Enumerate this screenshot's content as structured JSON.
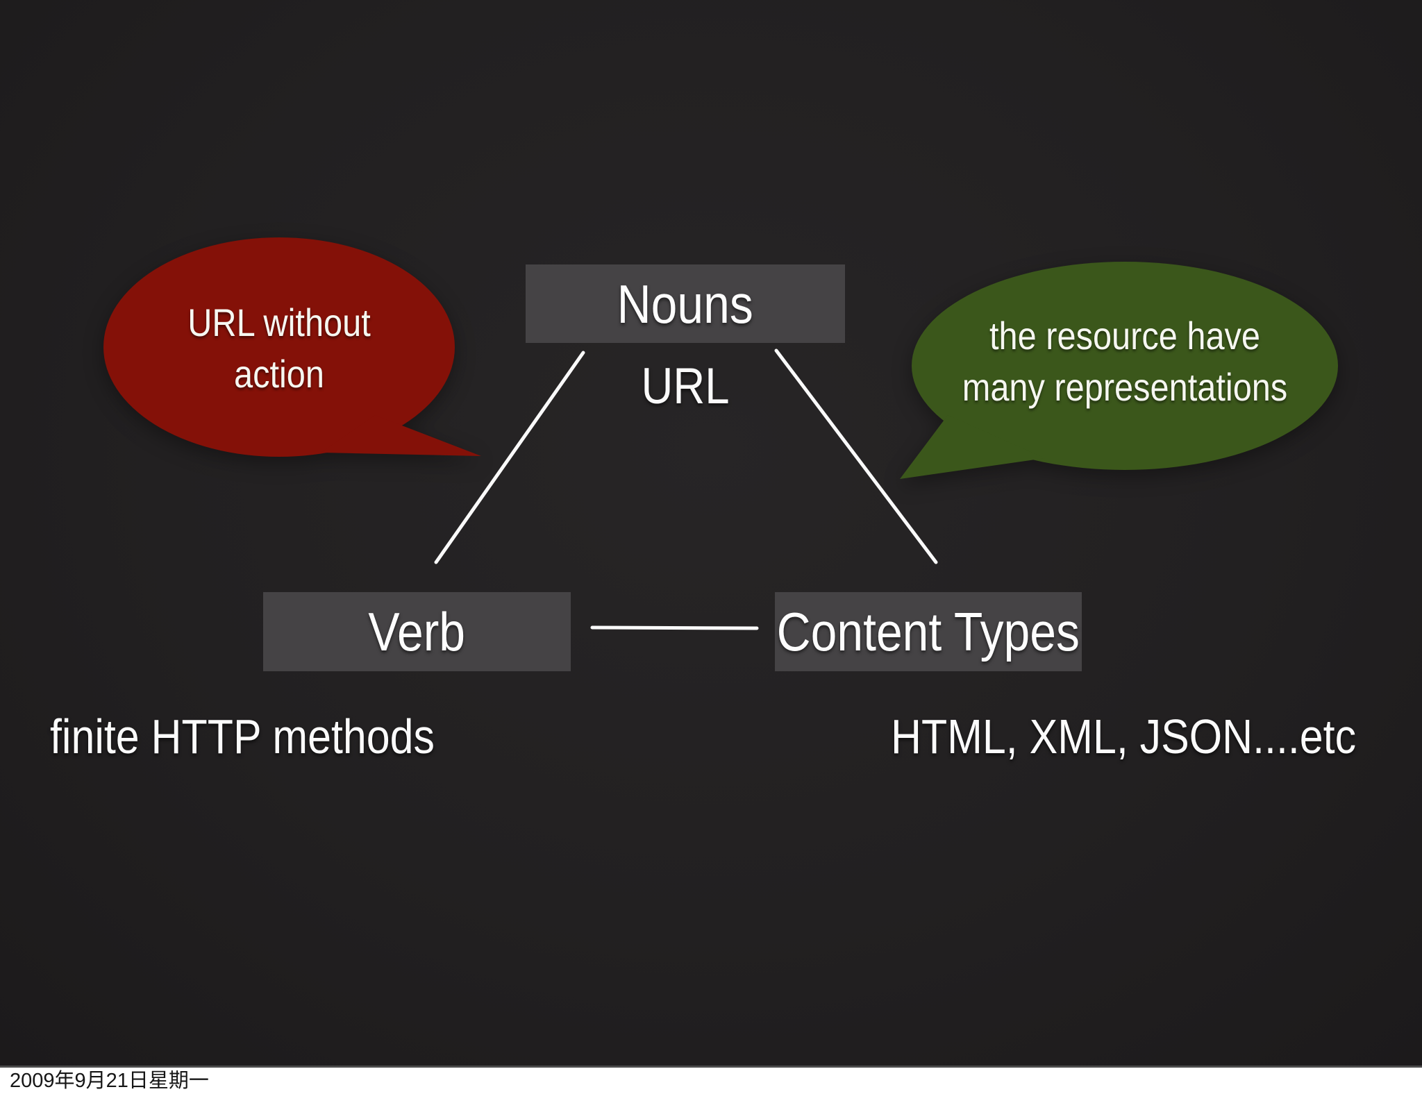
{
  "slide": {
    "background_color": "#222021",
    "node_box_color": "#454345",
    "connector_color": "#fafafa",
    "nodes": {
      "nouns": {
        "label": "Nouns",
        "sublabel": "URL"
      },
      "verb": {
        "label": "Verb",
        "sublabel": "finite HTTP methods"
      },
      "content_types": {
        "label": "Content Types",
        "sublabel": "HTML, XML, JSON....etc"
      }
    },
    "callouts": {
      "url_without_action": {
        "fill": "#841108",
        "lines": [
          "URL without",
          "action"
        ]
      },
      "many_representations": {
        "fill": "#3b571b",
        "lines": [
          "the resource have",
          "many representations"
        ]
      }
    },
    "footer": {
      "date": "2009年9月21日星期一"
    }
  }
}
